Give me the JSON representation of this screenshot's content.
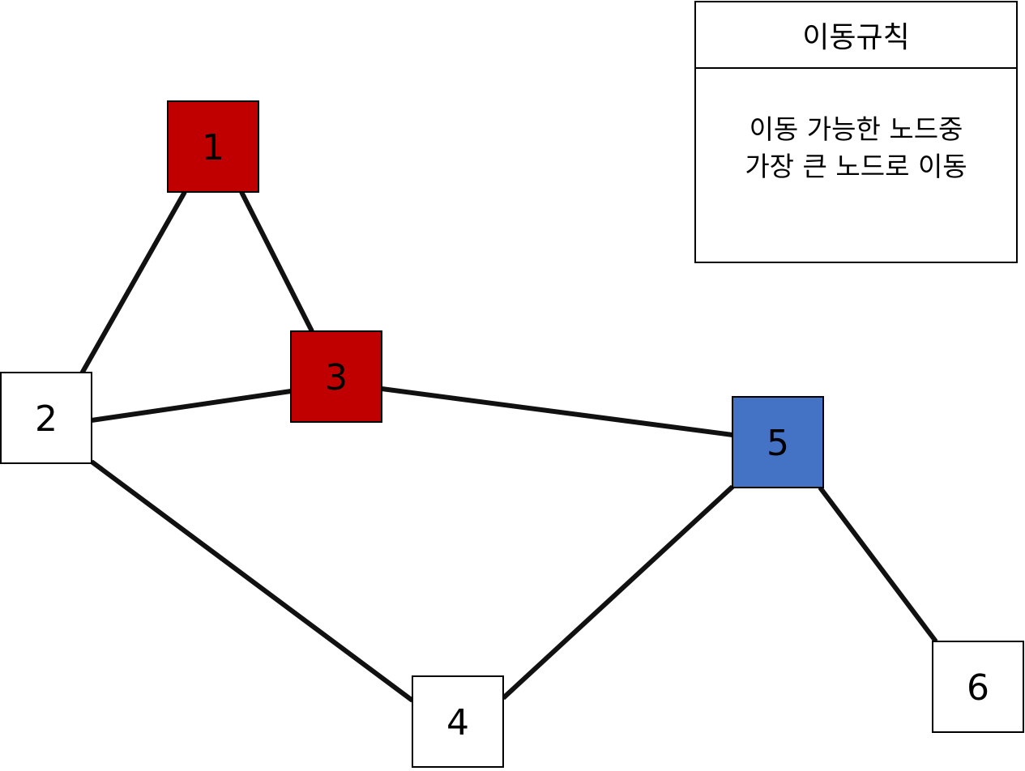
{
  "colors": {
    "edge": "#111111",
    "visited": "#c00000",
    "current": "#4472c4",
    "unvisited": "#ffffff",
    "border": "#000000"
  },
  "nodes": [
    {
      "id": "1",
      "label": "1",
      "state": "visited"
    },
    {
      "id": "2",
      "label": "2",
      "state": "unvisited"
    },
    {
      "id": "3",
      "label": "3",
      "state": "visited"
    },
    {
      "id": "4",
      "label": "4",
      "state": "unvisited"
    },
    {
      "id": "5",
      "label": "5",
      "state": "current"
    },
    {
      "id": "6",
      "label": "6",
      "state": "unvisited"
    }
  ],
  "edges": [
    [
      "1",
      "2"
    ],
    [
      "1",
      "3"
    ],
    [
      "2",
      "3"
    ],
    [
      "2",
      "4"
    ],
    [
      "3",
      "5"
    ],
    [
      "4",
      "5"
    ],
    [
      "5",
      "6"
    ]
  ],
  "rule_box": {
    "title": "이동규칙",
    "lines": [
      "이동 가능한 노드중",
      "가장 큰 노드로 이동"
    ]
  }
}
